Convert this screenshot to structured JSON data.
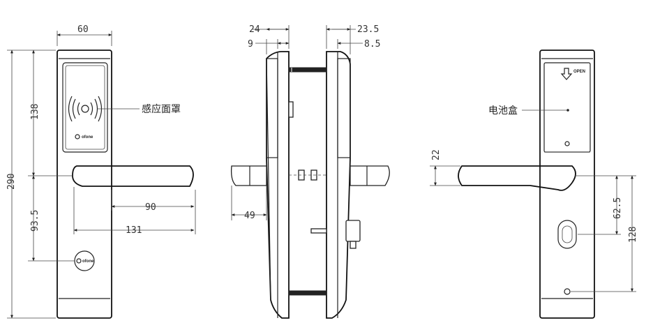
{
  "front_view": {
    "dims": {
      "width": "60",
      "height_total": "290",
      "height_reader": "138",
      "height_lower": "93.5",
      "handle_90": "90",
      "handle_131": "131"
    },
    "callout": "感应面罩",
    "logo": "ofone"
  },
  "side_view": {
    "dims": {
      "d24": "24",
      "d9": "9",
      "d23_5": "23.5",
      "d8_5": "8.5",
      "d49": "49"
    }
  },
  "back_view": {
    "dims": {
      "d22": "22",
      "d62_5": "62.5",
      "d128": "128"
    },
    "callout": "电池盒",
    "open_label": "OPEN"
  }
}
